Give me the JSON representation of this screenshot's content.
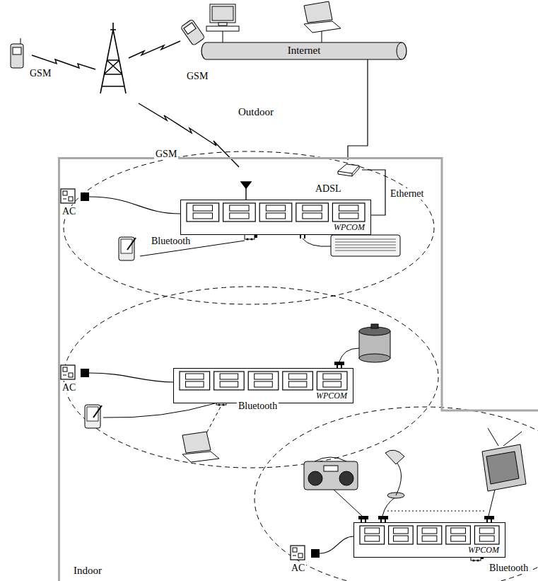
{
  "diagram": {
    "nodes": [
      {
        "text": [
          "Internet"
        ]
      },
      {
        "text": [
          "Indoor"
        ]
      },
      {
        "text": [
          "ADSL"
        ],
        "in": 1
      },
      {
        "text": [
          "WPCOM"
        ],
        "in": 1
      },
      {
        "text": [
          "WPCOM"
        ],
        "in": 1
      },
      {
        "text": [
          "WPCOM"
        ],
        "in": 1
      }
    ],
    "edges": [
      {
        "from": 0,
        "to": 2,
        "arrow": "none"
      },
      {
        "from": 2,
        "to": 3,
        "label": "Ethernet",
        "arrow": "none"
      }
    ],
    "labels": [
      "GSM",
      "GSM",
      "GSM",
      "Outdoor",
      "AC",
      "Bluetooth",
      "AC",
      "Bluetooth",
      "AC",
      "Bluetooth"
    ]
  }
}
